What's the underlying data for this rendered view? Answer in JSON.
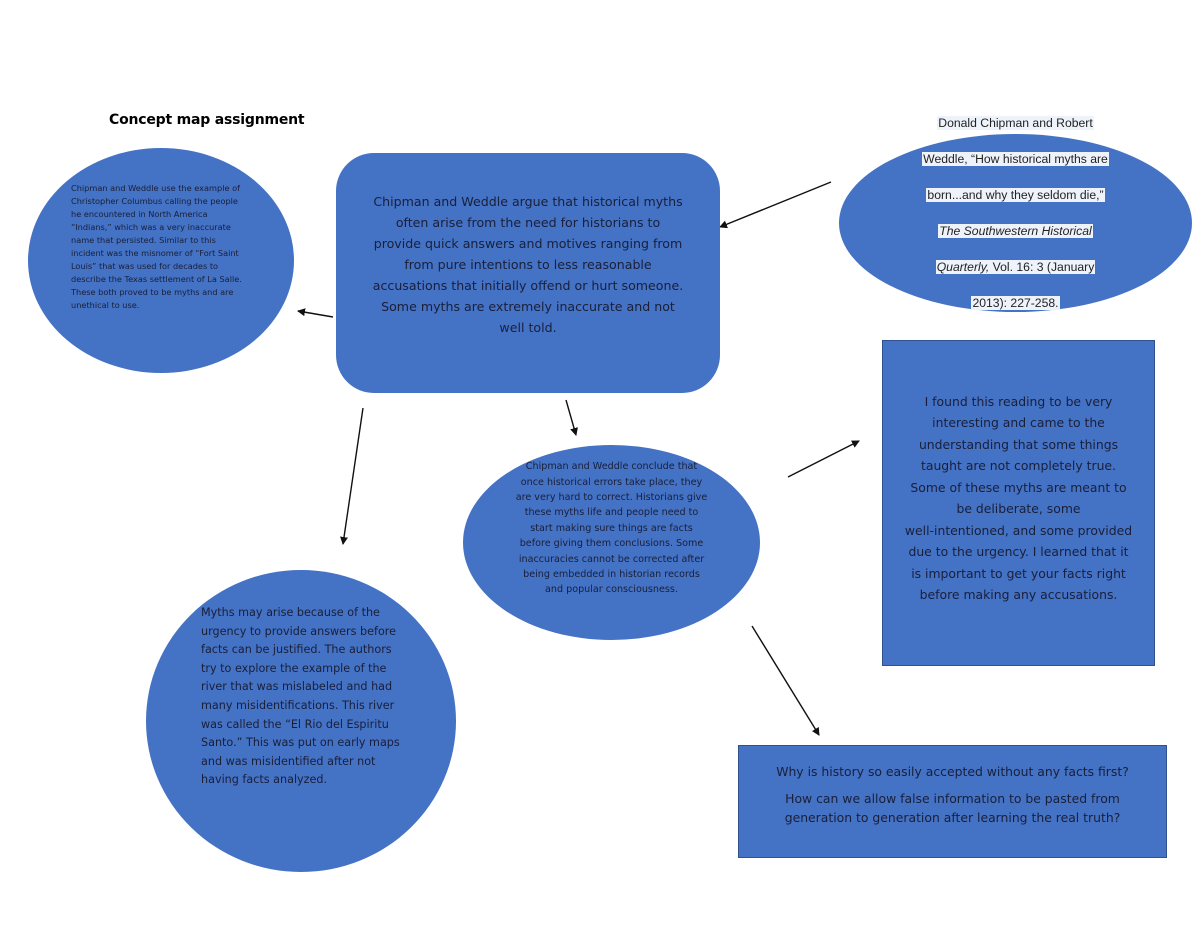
{
  "title": "Concept map assignment",
  "colors": {
    "node_fill": "#4472c4",
    "node_text": "#1a1f3a",
    "arrow": "#111111",
    "background": "#ffffff"
  },
  "nodes": {
    "main": {
      "shape": "rounded-rectangle",
      "text": "Chipman and Weddle argue that historical myths\noften arise from the need for historians to\nprovide quick answers and motives ranging from\nfrom pure intentions to less reasonable\naccusations that initially offend or hurt someone.\nSome myths are extremely inaccurate and not\nwell told."
    },
    "columbus": {
      "shape": "ellipse",
      "text": "Chipman and Weddle use the example of\nChristopher Columbus calling the people\nhe encountered in North America\n“Indians,” which was a very inaccurate\nname that persisted. Similar to this\nincident was the misnomer of “Fort Saint\nLouis” that was used for decades to\ndescribe the Texas settlement of La Salle.\nThese both proved to be myths and are\nunethical to use."
    },
    "citation": {
      "shape": "ellipse",
      "line1": "Donald Chipman and Robert",
      "line2": "Weddle, “How historical myths are",
      "line3": "born...and why they seldom die,”",
      "journal_line1": "The Southwestern Historical",
      "journal_line2": "Quarterly,",
      "vol": " Vol. 16: 3 (January",
      "line6": "2013): 227-258."
    },
    "conclude": {
      "shape": "ellipse",
      "text": "Chipman and Weddle conclude that\nonce historical errors take place, they\nare very hard to correct. Historians give\nthese myths life and people need to\nstart making sure things are facts\nbefore giving them conclusions. Some\ninaccuracies cannot be corrected after\nbeing embedded in historian records\nand popular consciousness."
    },
    "reflect": {
      "shape": "rectangle",
      "text": "I found this reading to be very\ninteresting and came to the\nunderstanding that some things\ntaught are not completely true.\nSome of these myths are meant to\nbe deliberate, some\nwell-intentioned, and some provided\ndue to the urgency. I learned that it\nis important to get your facts right\nbefore making any accusations."
    },
    "river": {
      "shape": "ellipse",
      "text": "Myths may arise because of the\nurgency to provide answers before\nfacts can be justified. The authors\ntry to explore the example of the\nriver that was mislabeled and had\nmany misidentifications. This river\nwas called the “El Rio del Espiritu\nSanto.” This was put on early maps\nand was misidentified after not\nhaving facts analyzed."
    },
    "questions": {
      "shape": "rectangle",
      "q1": "Why is history so easily accepted without any facts first?",
      "q2": "How can we allow false information to be pasted from\ngeneration to generation after learning the real truth?"
    }
  },
  "edges": [
    {
      "from": "citation",
      "to": "main"
    },
    {
      "from": "main",
      "to": "columbus"
    },
    {
      "from": "main",
      "to": "river"
    },
    {
      "from": "main",
      "to": "conclude"
    },
    {
      "from": "conclude",
      "to": "reflect"
    },
    {
      "from": "conclude",
      "to": "questions"
    }
  ]
}
